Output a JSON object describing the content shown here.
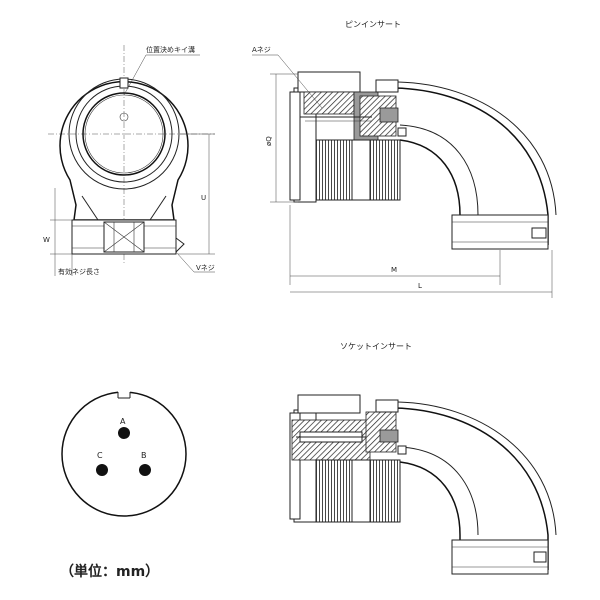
{
  "labels": {
    "pin_insert_title": "ピンインサート",
    "socket_insert_title": "ソケットインサート",
    "key_groove": "位置決めキイ溝",
    "a_thread": "Aネジ",
    "v_thread": "Vネジ",
    "effective_thread_length": "有効ネジ長さ",
    "dim_q": "øQ",
    "dim_u": "U",
    "dim_w": "W",
    "dim_m": "M",
    "dim_l": "L",
    "pin_a": "A",
    "pin_b": "B",
    "pin_c": "C",
    "unit": "（単位：mm）"
  },
  "icons": {
    "front_view": "connector-front-view",
    "side_view_pin": "connector-side-section-pin",
    "side_view_socket": "connector-side-section-socket",
    "contact_face": "three-pin-contact-face"
  }
}
